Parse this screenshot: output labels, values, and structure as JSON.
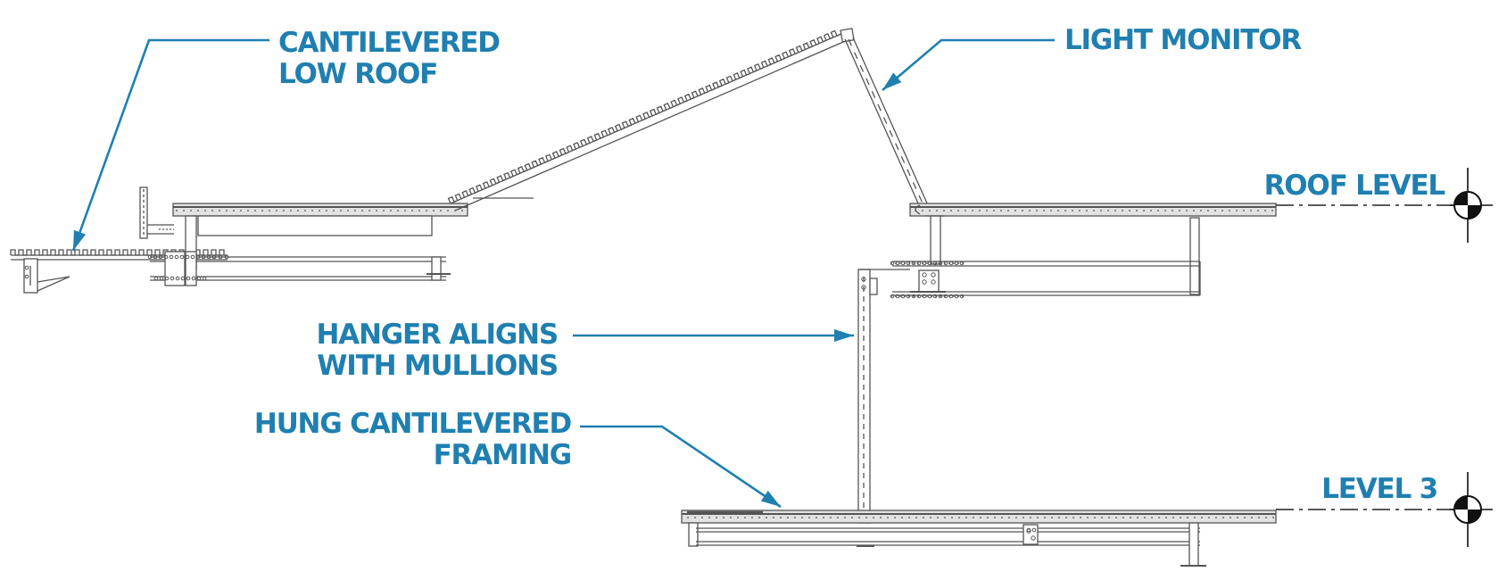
{
  "colors": {
    "callout": "#1f7fb0",
    "line": "#555555",
    "fill": "#dcdcdc"
  },
  "callouts": {
    "cantilevered_low_roof": [
      "CANTILEVERED",
      "LOW ROOF"
    ],
    "light_monitor": "LIGHT MONITOR",
    "hanger": [
      "HANGER ALIGNS",
      "WITH MULLIONS"
    ],
    "hung_framing": [
      "HUNG CANTILEVERED",
      "FRAMING"
    ]
  },
  "levels": {
    "roof": "ROOF LEVEL",
    "level3": "LEVEL 3"
  },
  "icons": {
    "level_marker": "datum-target-icon",
    "callout_arrow": "leader-arrow-icon"
  }
}
